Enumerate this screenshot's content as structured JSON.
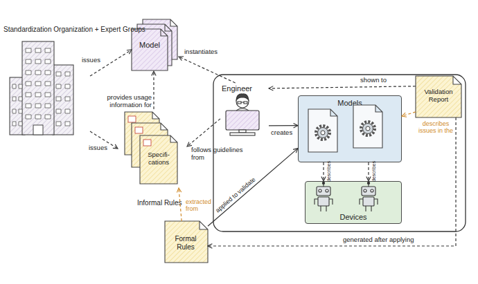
{
  "diagram": {
    "nodes": [
      {
        "text": [
          "Standardization Organization + Expert Groups"
        ]
      },
      {
        "text": [
          "Model"
        ]
      },
      {
        "text": [
          "Specifi- cations",
          "Informal Rules"
        ]
      },
      {
        "text": [
          "Engineer"
        ]
      },
      {
        "text": [
          "Models"
        ]
      },
      {
        "text": [
          "Devices"
        ]
      },
      {
        "text": [
          "Validation Report"
        ]
      },
      {
        "text": [
          "Formal Rules"
        ]
      }
    ],
    "edges": [
      {
        "from": 0,
        "to": 1,
        "label": "issues",
        "arrow": "to"
      },
      {
        "from": 0,
        "to": 2,
        "label": "issues",
        "arrow": "to"
      },
      {
        "from": 2,
        "to": 1,
        "label": "provides usage information for",
        "arrow": "to"
      },
      {
        "from": 3,
        "to": 1,
        "label": "instantiates",
        "arrow": "to"
      },
      {
        "from": 3,
        "to": 2,
        "label": "follows guidelines from",
        "arrow": "to"
      },
      {
        "from": 3,
        "to": 4,
        "label": "creates",
        "arrow": "to"
      },
      {
        "from": 6,
        "to": 3,
        "label": "shown to",
        "arrow": "to"
      },
      {
        "from": 6,
        "to": 4,
        "label": "describes issues in the",
        "arrow": "to"
      },
      {
        "from": 7,
        "to": 2,
        "label": "extracted from",
        "arrow": "to"
      },
      {
        "from": 7,
        "to": 4,
        "label": "applied to validate",
        "arrow": "to"
      },
      {
        "from": 6,
        "to": 7,
        "label": "generated after applying",
        "arrow": "to"
      },
      {
        "from": 4,
        "to": 5,
        "label": "describes",
        "arrow": "to"
      },
      {
        "from": 4,
        "to": 5,
        "label": "describes",
        "arrow": "to"
      }
    ]
  }
}
